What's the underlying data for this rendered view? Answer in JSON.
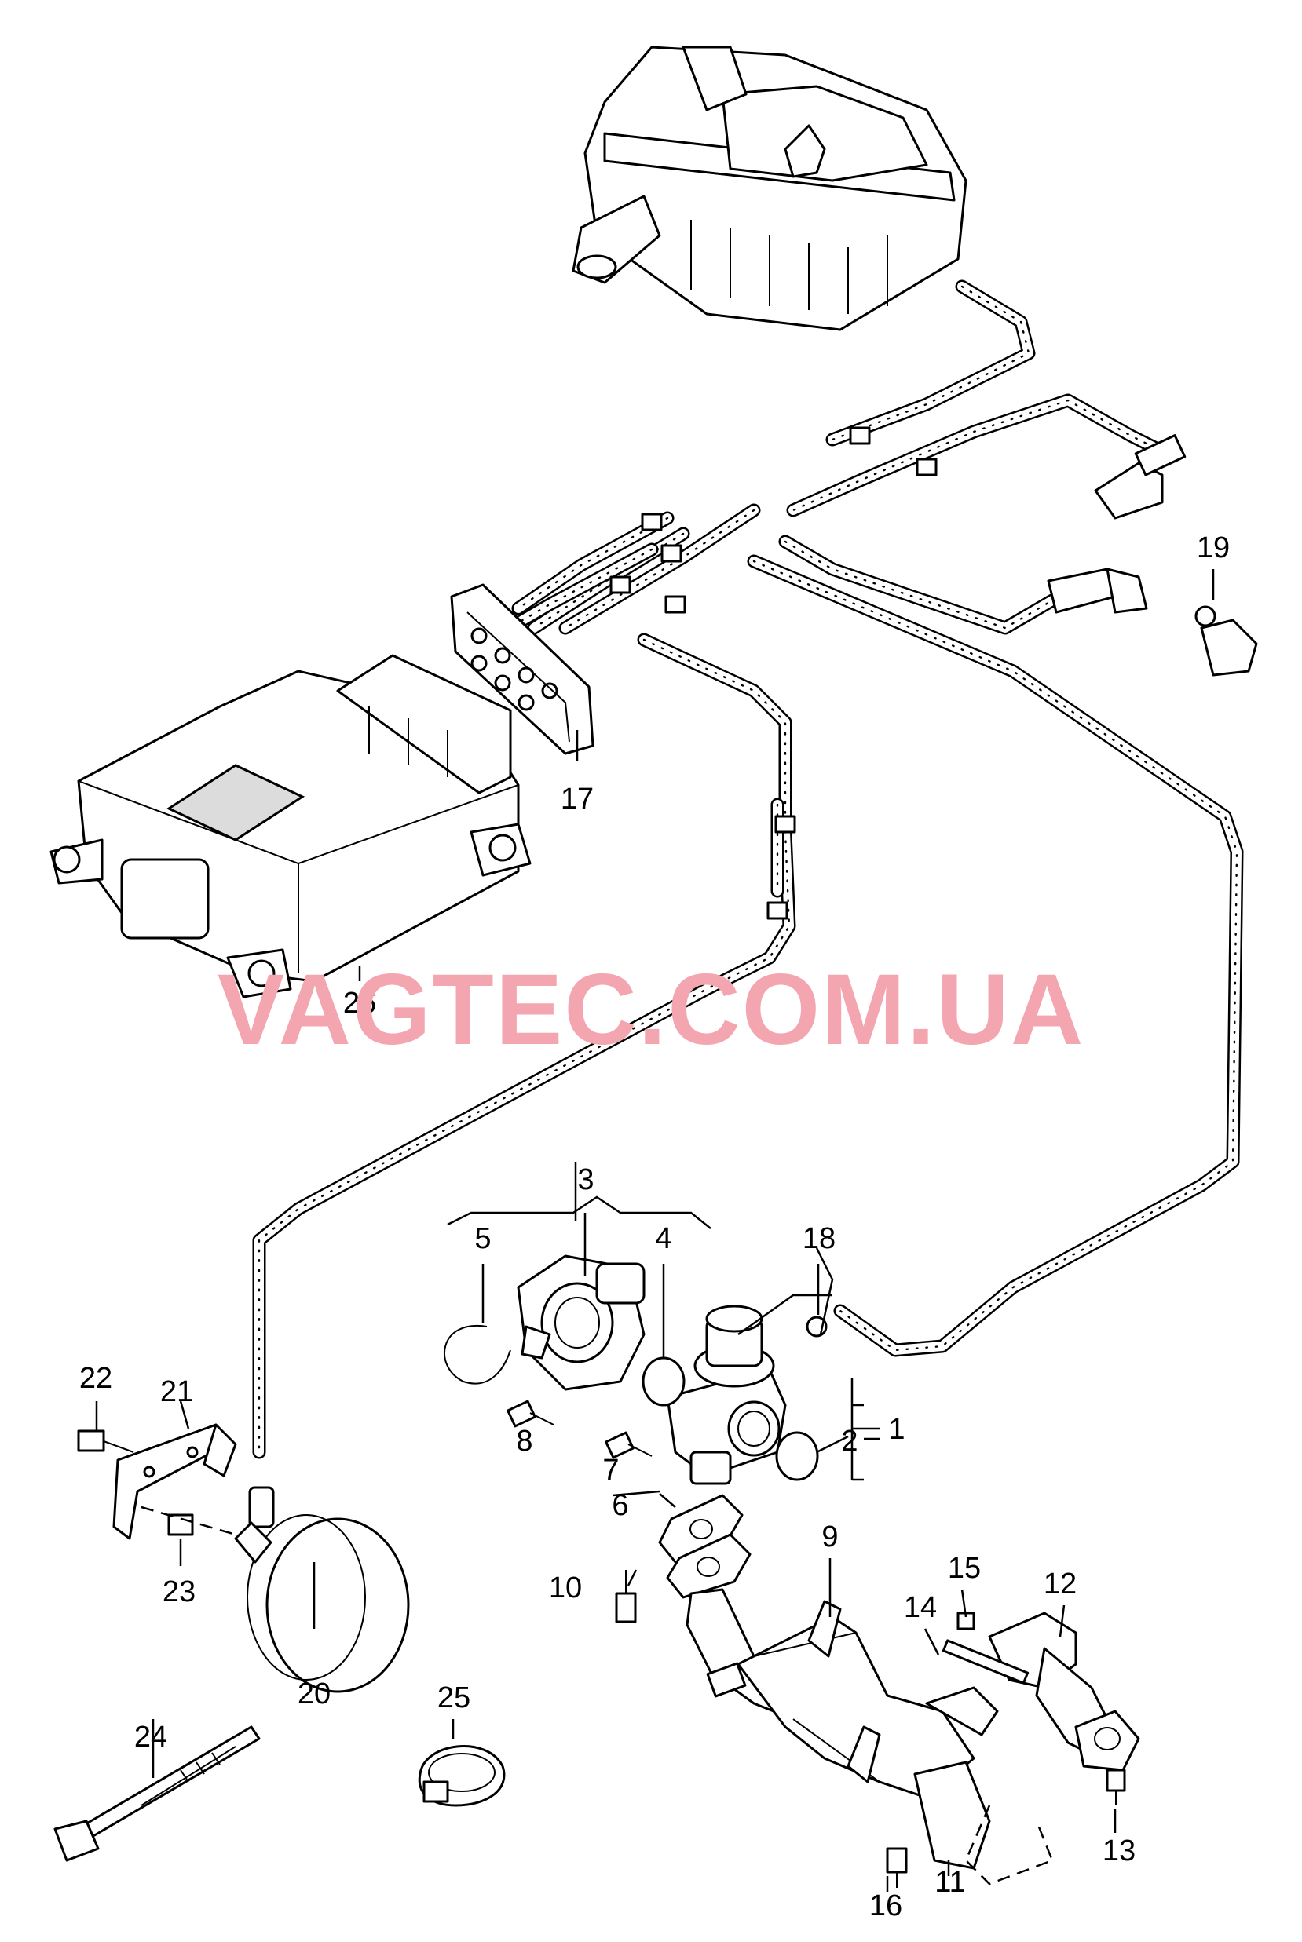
{
  "watermark": {
    "text": "VAGTEC.COM.UA",
    "color": "#f4a6b0"
  },
  "callouts": [
    {
      "id": "1",
      "text": "1"
    },
    {
      "id": "2",
      "text": "2"
    },
    {
      "id": "3",
      "text": "3"
    },
    {
      "id": "4",
      "text": "4"
    },
    {
      "id": "5",
      "text": "5"
    },
    {
      "id": "6",
      "text": "6"
    },
    {
      "id": "7",
      "text": "7"
    },
    {
      "id": "8",
      "text": "8"
    },
    {
      "id": "9",
      "text": "9"
    },
    {
      "id": "10",
      "text": "10"
    },
    {
      "id": "11",
      "text": "11"
    },
    {
      "id": "12",
      "text": "12"
    },
    {
      "id": "13",
      "text": "13"
    },
    {
      "id": "14",
      "text": "14"
    },
    {
      "id": "15",
      "text": "15"
    },
    {
      "id": "16",
      "text": "16"
    },
    {
      "id": "17",
      "text": "17"
    },
    {
      "id": "18",
      "text": "18"
    },
    {
      "id": "19",
      "text": "19"
    },
    {
      "id": "20",
      "text": "20"
    },
    {
      "id": "21",
      "text": "21"
    },
    {
      "id": "22",
      "text": "22"
    },
    {
      "id": "23",
      "text": "23"
    },
    {
      "id": "24",
      "text": "24"
    },
    {
      "id": "25",
      "text": "25"
    },
    {
      "id": "26",
      "text": "26"
    }
  ]
}
